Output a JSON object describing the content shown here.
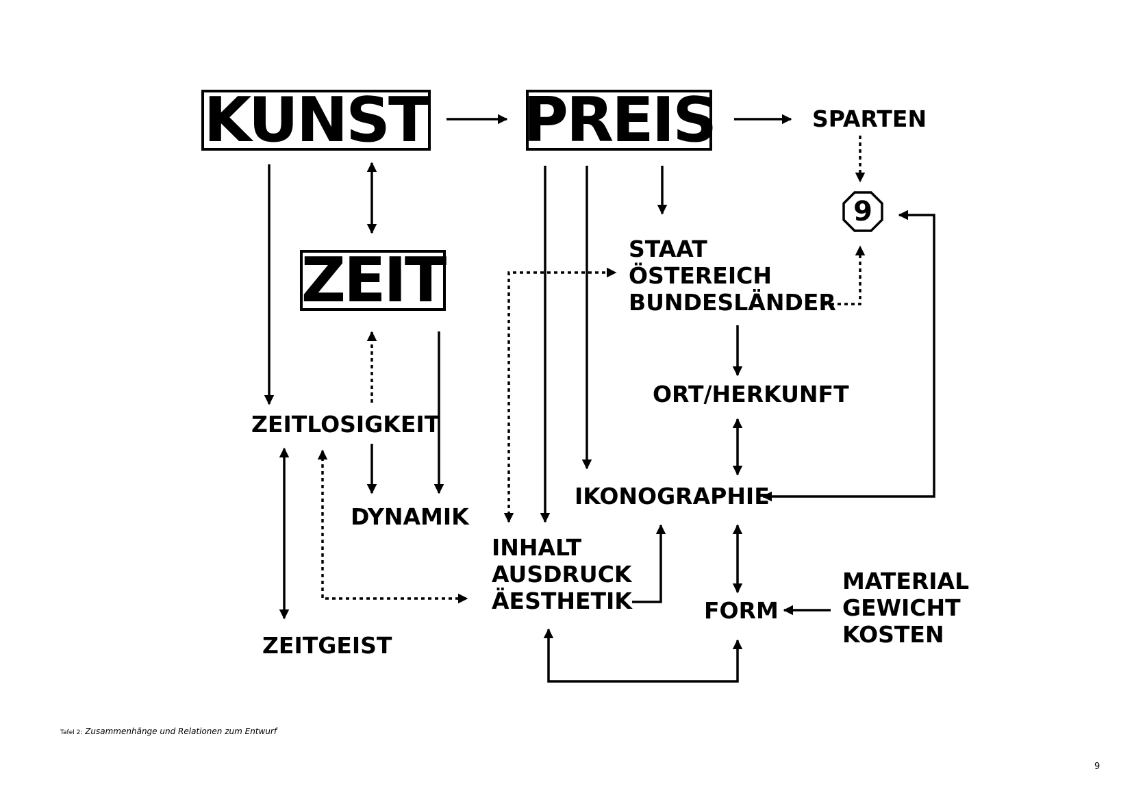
{
  "nodes": {
    "kunst": "KUNST",
    "preis": "PREIS",
    "zeit": "ZEIT",
    "sparten": "SPARTEN",
    "nine": "9",
    "staat": [
      "STAAT",
      "ÖSTEREICH",
      "BUNDESLÄNDER"
    ],
    "ort_herkunft": "ORT/HERKUNFT",
    "zeitlosigkeit": "ZEITLOSIGKEIT",
    "dynamik": "DYNAMIK",
    "ikonographie": "IKONOGRAPHIE",
    "inhalt": [
      "INHALT",
      "AUSDRUCK",
      "ÄESTHETIK"
    ],
    "form": "FORM",
    "material": [
      "MATERIAL",
      "GEWICHT",
      "KOSTEN"
    ],
    "zeitgeist": "ZEITGEIST"
  },
  "caption": {
    "prefix": "Tafel 2:",
    "text": "Zusammenhänge und Relationen zum Entwurf"
  },
  "page_number": "9"
}
